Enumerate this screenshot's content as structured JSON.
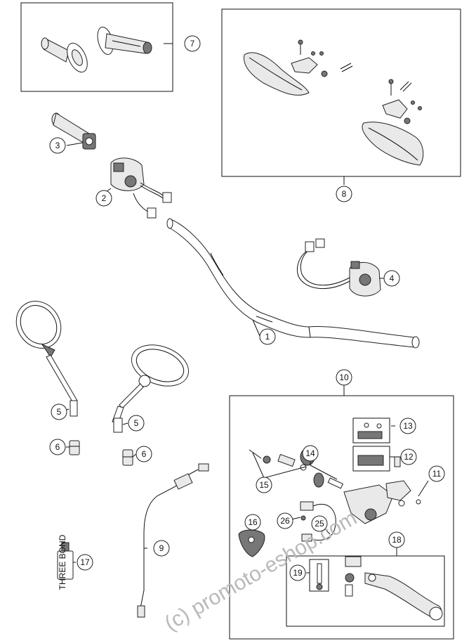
{
  "callouts": [
    "1",
    "2",
    "3",
    "4",
    "5",
    "5",
    "6",
    "6",
    "7",
    "8",
    "9",
    "10",
    "11",
    "12",
    "13",
    "14",
    "15",
    "16",
    "17",
    "18",
    "19",
    "25",
    "26"
  ],
  "watermark": "(c) promoto-eshop.com",
  "bottle_label": "THREE BOND"
}
